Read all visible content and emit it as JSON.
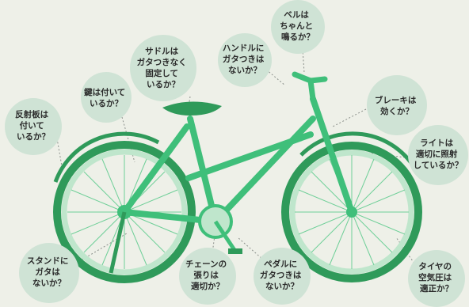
{
  "colors": {
    "background": "#eef0e8",
    "bubble": "#cfe3d5",
    "frame": "#3fbf7a",
    "tire": "#2f9a5a",
    "rim": "#bfe6cc",
    "text": "#2b2b2b"
  },
  "callouts": {
    "bell": [
      "ベルは",
      "ちゃんと",
      "鳴るか？"
    ],
    "handlebar": [
      "ハンドルに",
      "ガタつきは",
      "ないか？"
    ],
    "saddle": [
      "サドルは",
      "ガタつきなく",
      "固定して",
      "いるか？"
    ],
    "lock": [
      "鍵は付いて",
      "いるか？"
    ],
    "reflector": [
      "反射板は",
      "付いて",
      "いるか？"
    ],
    "brake": [
      "ブレーキは",
      "効くか？"
    ],
    "light": [
      "ライトは",
      "適切に照射",
      "しているか？"
    ],
    "stand": [
      "スタンドに",
      "ガタは",
      "ないか？"
    ],
    "chain": [
      "チェーンの",
      "張りは",
      "適切か？"
    ],
    "pedal": [
      "ペダルに",
      "ガタつきは",
      "ないか？"
    ],
    "tire": [
      "タイヤの",
      "空気圧は",
      "適正か？"
    ]
  }
}
